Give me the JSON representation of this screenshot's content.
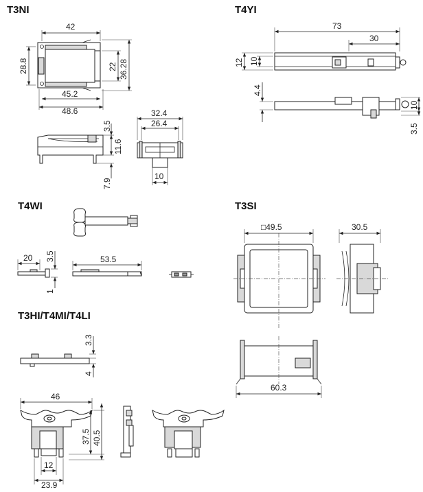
{
  "sections": {
    "t3ni": "T3NI",
    "t4yi": "T4YI",
    "t4wi": "T4WI",
    "t3si": "T3SI",
    "t3hi": "T3HI/T4MI/T4LI"
  },
  "dims": {
    "t3ni": {
      "w42": "42",
      "h28_8": "28.8",
      "h22": "22",
      "h36_28": "36.28",
      "w45_2": "45.2",
      "w48_6": "48.6",
      "h3_5": "3.5",
      "h11_6": "11.6",
      "h7_9": "7.9",
      "w32_4": "32.4",
      "w26_4": "26.4",
      "w10": "10"
    },
    "t4yi": {
      "w73": "73",
      "w30": "30",
      "h12": "12",
      "h10": "10",
      "h4_4": "4.4",
      "h10b": "10",
      "h3_5": "3.5"
    },
    "t4wi": {
      "w20": "20",
      "h3_5": "3.5",
      "w53_5": "53.5",
      "h1": "1"
    },
    "t3si": {
      "sq49_5": "□49.5",
      "w30_5": "30.5",
      "w60_3": "60.3"
    },
    "t3hi": {
      "h3_3": "3.3",
      "h4": "4",
      "w46": "46",
      "h37_5": "37.5",
      "h40_5": "40.5",
      "w12": "12",
      "w23_9": "23.9"
    }
  }
}
